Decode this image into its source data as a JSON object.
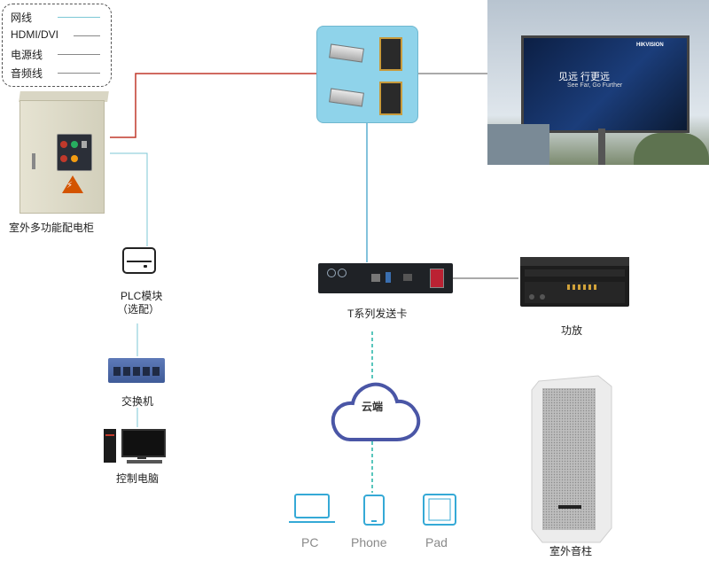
{
  "legend": {
    "items": [
      {
        "label": "网线",
        "color": "#7cc7d6"
      },
      {
        "label": "HDMI/DVI",
        "color": "#888888"
      },
      {
        "label": "电源线",
        "color": "#888888"
      },
      {
        "label": "音频线",
        "color": "#888888"
      }
    ]
  },
  "nodes": {
    "cabinet": "室外多功能配电柜",
    "plc_line1": "PLC模块",
    "plc_line2": "（选配）",
    "switch": "交换机",
    "pc": "控制电脑",
    "sender": "T系列发送卡",
    "amp": "功放",
    "speaker": "室外音柱",
    "cloud": "云端",
    "billboard_text1": "见远 行更远",
    "billboard_text2": "See Far, Go Further",
    "billboard_brand": "HIKVISION",
    "cabinet_warning": "⚡"
  },
  "clients": [
    {
      "label": "PC"
    },
    {
      "label": "Phone"
    },
    {
      "label": "Pad"
    }
  ],
  "colors": {
    "power_line": "#c0392b",
    "net_line": "#7cc7d6",
    "dashed": "#22b3a6",
    "cloud": "#4a56a6",
    "client_icon": "#35a9d6",
    "panel_bg": "#8fd3ea"
  }
}
